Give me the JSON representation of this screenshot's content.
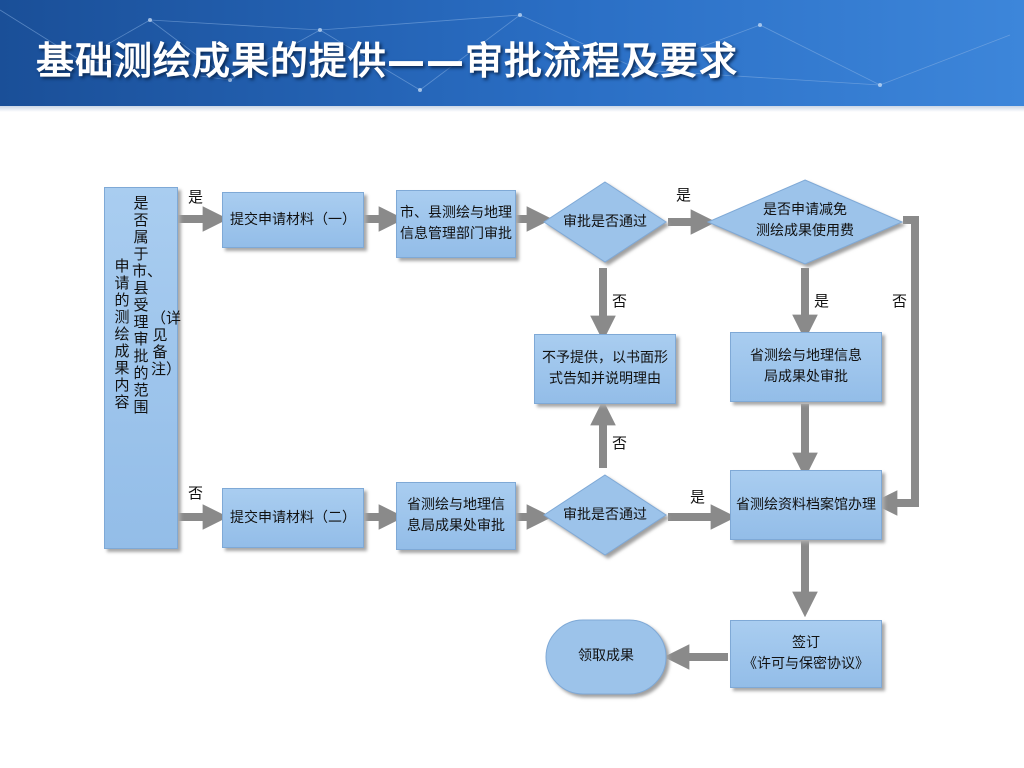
{
  "title": "基础测绘成果的提供——审批流程及要求",
  "nodes": {
    "start_col1": "申请的测绘成果内容",
    "start_col2": "是否属于市、县受理审批的范围",
    "start_col3": "（详见备注）",
    "submit1": "提交申请材料（一）",
    "city_dept_l1": "市、县测绘与地理",
    "city_dept_l2": "信息管理部门审批",
    "check1": "审批是否通过",
    "waiver_l1": "是否申请减免",
    "waiver_l2": "测绘成果使用费",
    "reject_l1": "不予提供，以书面形",
    "reject_l2": "式告知并说明理由",
    "prov_review_l1": "省测绘与地理信息",
    "prov_review_l2": "局成果处审批",
    "submit2": "提交申请材料（二）",
    "prov_dept_l1": "省测绘与地理信",
    "prov_dept_l2": "息局成果处审批",
    "check2": "审批是否通过",
    "archive": "省测绘资料档案馆办理",
    "sign_l1": "签订",
    "sign_l2": "《许可与保密协议》",
    "collect": "领取成果"
  },
  "labels": {
    "yes_top": "是",
    "no_bottom": "否",
    "no_check1": "否",
    "yes_check1": "是",
    "yes_waiver": "是",
    "no_waiver": "否",
    "no_check2": "否",
    "yes_check2": "是"
  },
  "colors": {
    "header_bg": "#1c5aa8",
    "box_fill": "#9cc3ea",
    "arrow": "#8a8a8a"
  }
}
